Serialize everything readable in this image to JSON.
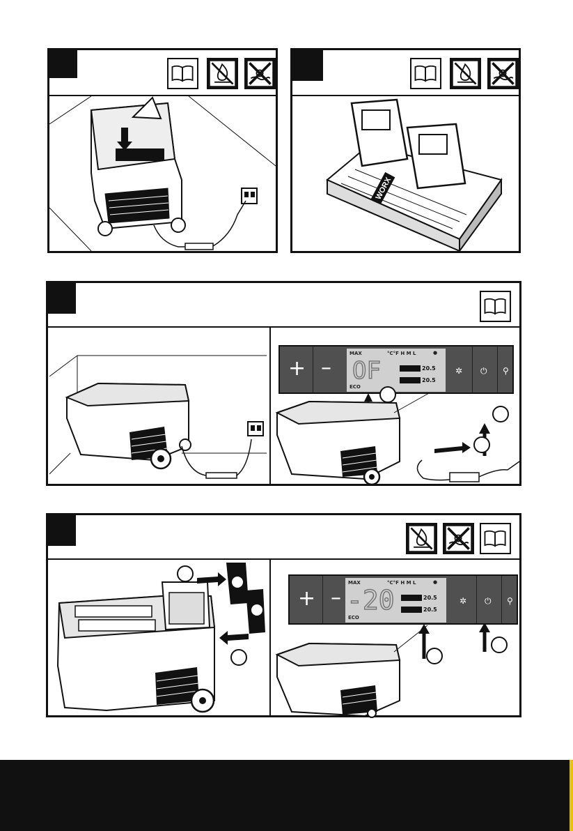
{
  "panel3": {
    "display": {
      "max_label": "MAX",
      "eco_label": "ECO",
      "mode_label": "°C°F H M L",
      "plus": "+",
      "minus": "–",
      "main_readout": "OF",
      "zone1_temp": "20.5",
      "zone2_temp": "20.5"
    }
  },
  "panel4": {
    "display": {
      "max_label": "MAX",
      "eco_label": "ECO",
      "mode_label": "°C°F H M L",
      "plus": "+",
      "minus": "–",
      "main_readout": "-20",
      "zone1_temp": "20.5",
      "zone2_temp": "20.5"
    }
  },
  "panel2": {
    "charger_label": "WORX"
  },
  "colors": {
    "ink": "#111111",
    "lcd_frame": "#505050",
    "lcd_screen": "#d0d0d0",
    "footer": "#111111",
    "footer_edge": "#e8c400"
  },
  "icons": [
    "manual-icon",
    "no-fire-icon",
    "no-water-icon",
    "power-icon",
    "settings-icon",
    "fan-icon",
    "arrow-icon"
  ]
}
